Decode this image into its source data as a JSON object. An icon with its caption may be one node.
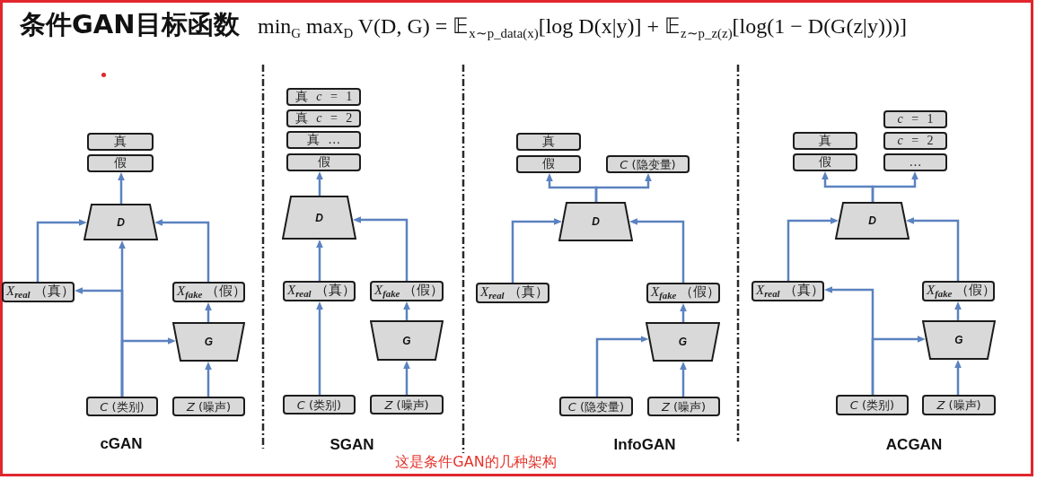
{
  "diagram": {
    "title": "条件GAN目标函数",
    "caption": "这是条件GAN的几种架构",
    "nodes": [
      {
        "text": [
          "真"
        ]
      },
      {
        "text": [
          "假"
        ]
      },
      {
        "text": [
          "D"
        ]
      },
      {
        "text": [
          "*X*$_{real}$（真）"
        ]
      },
      {
        "text": [
          "*X*$_{fake}$（假）"
        ]
      },
      {
        "text": [
          "G"
        ]
      },
      {
        "text": [
          "*C* (类别)"
        ]
      },
      {
        "text": [
          "*Z* (噪声)"
        ]
      },
      {
        "text": [
          "真 *c* = 1"
        ]
      },
      {
        "text": [
          "真 *c* = 2"
        ]
      },
      {
        "text": [
          "真 …"
        ]
      },
      {
        "text": [
          "假"
        ]
      },
      {
        "text": [
          "D"
        ]
      },
      {
        "text": [
          "*X*$_{real}$（真）"
        ]
      },
      {
        "text": [
          "*X*$_{fake}$（假）"
        ]
      },
      {
        "text": [
          "G"
        ]
      },
      {
        "text": [
          "*C* (类别)"
        ]
      },
      {
        "text": [
          "*Z* (噪声)"
        ]
      },
      {
        "text": [
          "真"
        ]
      },
      {
        "text": [
          "假"
        ]
      },
      {
        "text": [
          "*C* (隐变量)"
        ]
      },
      {
        "text": [
          "D"
        ]
      },
      {
        "text": [
          "*X*$_{real}$（真）"
        ]
      },
      {
        "text": [
          "*X*$_{fake}$（假）"
        ]
      },
      {
        "text": [
          "G"
        ]
      },
      {
        "text": [
          "*C* (隐变量)"
        ]
      },
      {
        "text": [
          "*Z* (噪声)"
        ]
      },
      {
        "text": [
          "*c* = 1"
        ]
      },
      {
        "text": [
          "真"
        ]
      },
      {
        "text": [
          "*c* = 2"
        ]
      },
      {
        "text": [
          "假"
        ]
      },
      {
        "text": [
          "…"
        ]
      },
      {
        "text": [
          "D"
        ]
      },
      {
        "text": [
          "*X*$_{real}$（真）"
        ]
      },
      {
        "text": [
          "*X*$_{fake}$（假）"
        ]
      },
      {
        "text": [
          "G"
        ]
      },
      {
        "text": [
          "*C* (类别)"
        ]
      },
      {
        "text": [
          "*Z* (噪声)"
        ]
      }
    ],
    "edges": [
      {
        "from": 2,
        "to": 1,
        "arrow": "to"
      },
      {
        "from": 3,
        "to": 2,
        "arrow": "to"
      },
      {
        "from": 4,
        "to": 2,
        "arrow": "to"
      },
      {
        "from": 6,
        "to": 2,
        "arrow": "to"
      },
      {
        "from": 6,
        "to": 3,
        "arrow": "to"
      },
      {
        "from": 6,
        "to": 5,
        "arrow": "to"
      },
      {
        "from": 7,
        "to": 5,
        "arrow": "to"
      },
      {
        "from": 5,
        "to": 4,
        "arrow": "to"
      },
      {
        "from": 12,
        "to": 11,
        "arrow": "to"
      },
      {
        "from": 13,
        "to": 12,
        "arrow": "to"
      },
      {
        "from": 14,
        "to": 12,
        "arrow": "to"
      },
      {
        "from": 16,
        "to": 13,
        "arrow": "to"
      },
      {
        "from": 17,
        "to": 15,
        "arrow": "to"
      },
      {
        "from": 15,
        "to": 14,
        "arrow": "to"
      },
      {
        "from": 21,
        "to": 19,
        "arrow": "to"
      },
      {
        "from": 21,
        "to": 20,
        "arrow": "to"
      },
      {
        "from": 22,
        "to": 21,
        "arrow": "to"
      },
      {
        "from": 23,
        "to": 21,
        "arrow": "to"
      },
      {
        "from": 24,
        "to": 23,
        "arrow": "to"
      },
      {
        "from": 25,
        "to": 24,
        "arrow": "to"
      },
      {
        "from": 26,
        "to": 24,
        "arrow": "to"
      },
      {
        "from": 32,
        "to": 30,
        "arrow": "to"
      },
      {
        "from": 32,
        "to": 31,
        "arrow": "to"
      },
      {
        "from": 33,
        "to": 32,
        "arrow": "to"
      },
      {
        "from": 34,
        "to": 32,
        "arrow": "to"
      },
      {
        "from": 36,
        "to": 33,
        "arrow": "to"
      },
      {
        "from": 36,
        "to": 35,
        "arrow": "to"
      },
      {
        "from": 37,
        "to": 35,
        "arrow": "to"
      },
      {
        "from": 35,
        "to": 34,
        "arrow": "to"
      }
    ],
    "labels": [
      "min$_{G}$ max$_{D}$ V(D, G) = 𝔼$_{x∼p_data(x)}$[log D(x|y)] + 𝔼$_{z∼p_z(z)}$[log(1 − D(G(z|y)))]",
      "cGAN",
      "SGAN",
      "InfoGAN",
      "ACGAN"
    ]
  }
}
